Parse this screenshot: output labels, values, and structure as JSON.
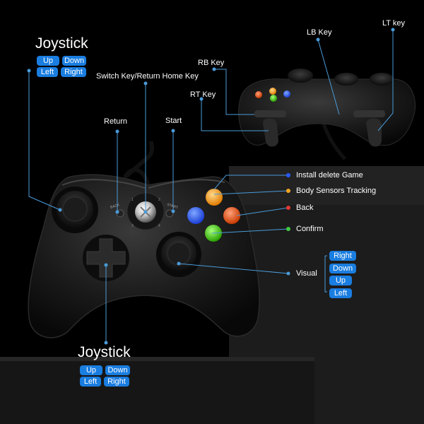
{
  "left_joystick": {
    "title": "Joystick",
    "tags": [
      "Up",
      "Down",
      "Left",
      "Right"
    ]
  },
  "bottom_joystick": {
    "title": "Joystick",
    "tags": [
      "Up",
      "Down",
      "Left",
      "Right"
    ]
  },
  "labels": {
    "switch_key": "Switch Key/Return Home Key",
    "return": "Return",
    "start": "Start",
    "rb_key": "RB Key",
    "rt_key": "RT Key",
    "lb_key": "LB Key",
    "lt_key": "LT key",
    "install_delete": "Install delete Game",
    "body_sensors": "Body Sensors Tracking",
    "back": "Back",
    "confirm": "Confirm",
    "visual": "Visual"
  },
  "visual_tags": [
    "Right",
    "Down",
    "Up",
    "Left"
  ],
  "controller_text": {
    "back": "BACK",
    "start": "START"
  },
  "colors": {
    "accent": "#1a7de0",
    "dot_blue": "#2a5bff",
    "dot_yellow": "#f5a623",
    "dot_red": "#e53935",
    "dot_green": "#43c943"
  }
}
